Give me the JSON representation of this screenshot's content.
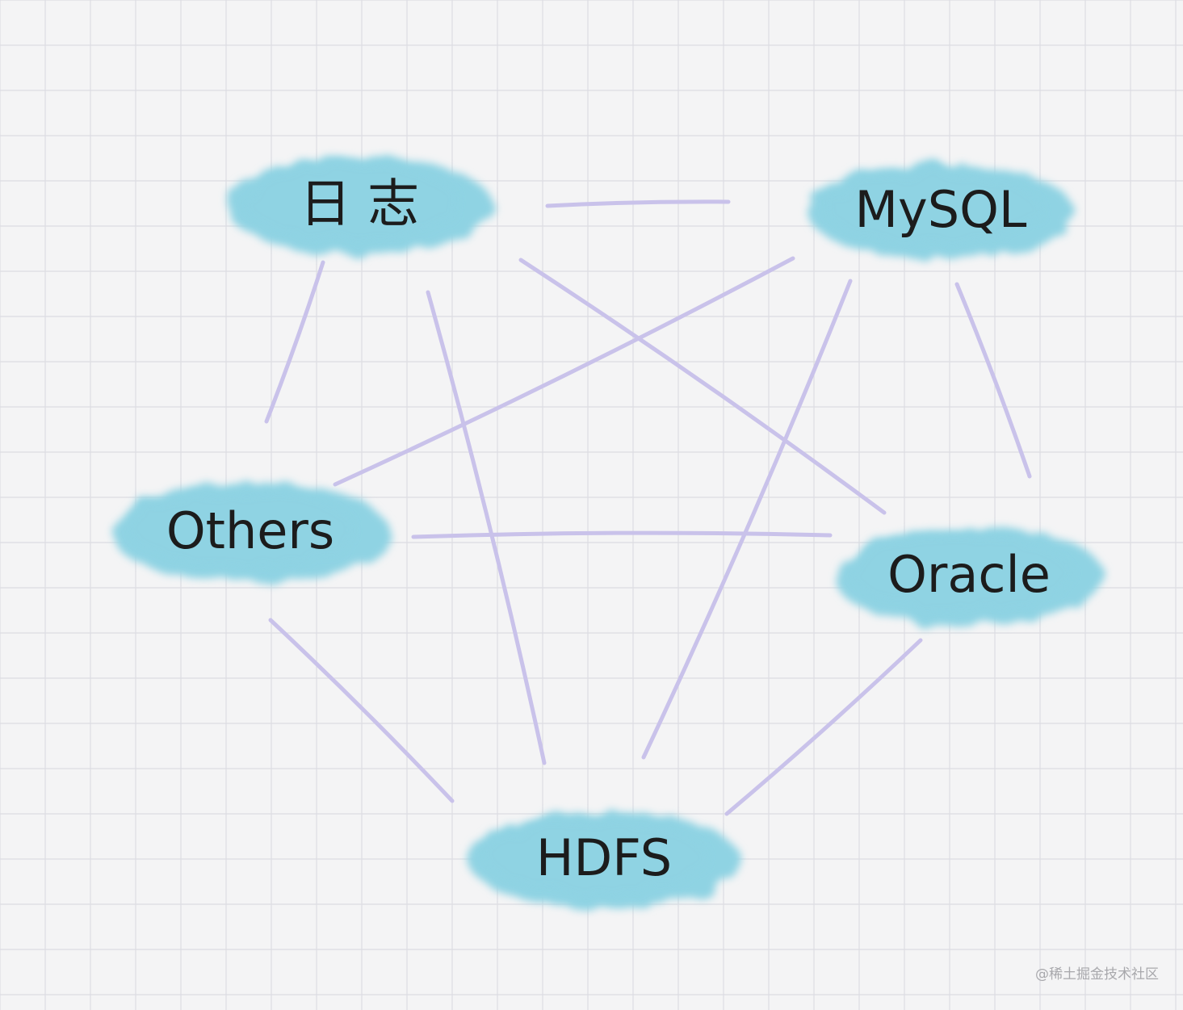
{
  "nodes": [
    {
      "id": "rizhi",
      "label": "日 志"
    },
    {
      "id": "mysql",
      "label": "MySQL"
    },
    {
      "id": "others",
      "label": "Others"
    },
    {
      "id": "oracle",
      "label": "Oracle"
    },
    {
      "id": "hdfs",
      "label": "HDFS"
    }
  ],
  "edges": [
    [
      "rizhi",
      "mysql"
    ],
    [
      "rizhi",
      "others"
    ],
    [
      "rizhi",
      "oracle"
    ],
    [
      "rizhi",
      "hdfs"
    ],
    [
      "mysql",
      "others"
    ],
    [
      "mysql",
      "oracle"
    ],
    [
      "mysql",
      "hdfs"
    ],
    [
      "others",
      "oracle"
    ],
    [
      "others",
      "hdfs"
    ],
    [
      "oracle",
      "hdfs"
    ]
  ],
  "colors": {
    "background": "#f4f4f5",
    "grid": "#dcdce2",
    "cloud": "#8fd3e3",
    "edge": "#c9c2ea",
    "text": "#1c1c1c"
  },
  "watermark": "@稀土掘金技术社区"
}
